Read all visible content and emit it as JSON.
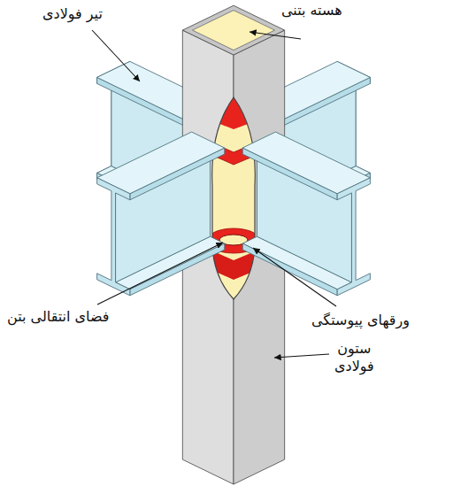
{
  "diagram": {
    "labels": [
      "تیر فولادی",
      "هسته بتنی",
      "فضای انتقالی بتن",
      "ورقهای پیوستگی",
      "ستون فولادی"
    ]
  }
}
